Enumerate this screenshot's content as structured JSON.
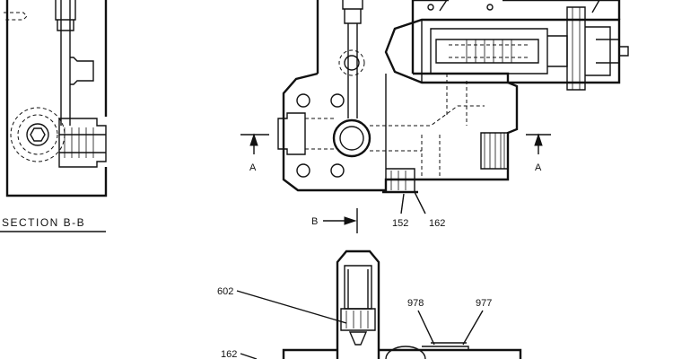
{
  "labels": {
    "section_b": "SECTION B-B",
    "arrow_a_left": "A",
    "arrow_a_right": "A",
    "arrow_b": "B",
    "part_152": "152",
    "part_162_top": "162",
    "part_602": "602",
    "part_978": "978",
    "part_977": "977",
    "part_162_bottom": "162"
  },
  "colors": {
    "line": "#111111",
    "background": "#ffffff"
  }
}
